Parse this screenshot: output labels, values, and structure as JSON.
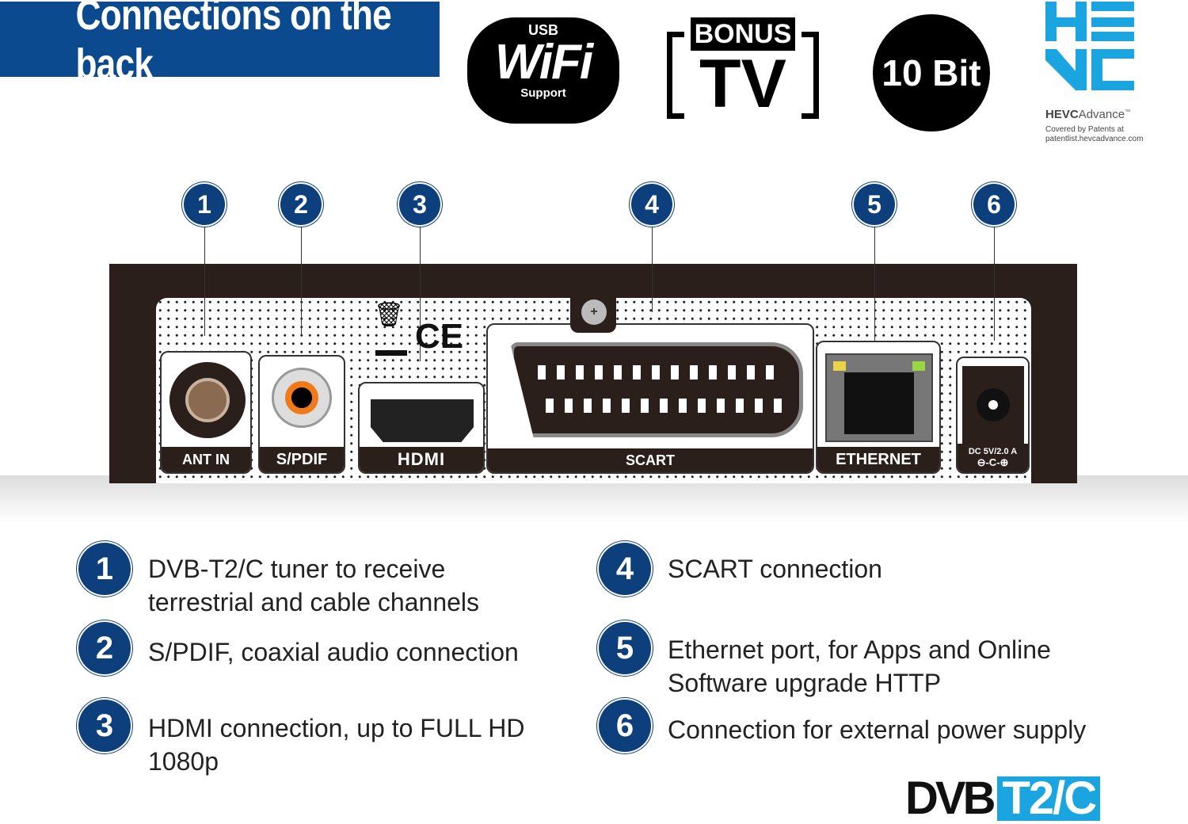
{
  "header": {
    "title": "Connections on the back"
  },
  "badges": {
    "wifi_top": "USB",
    "wifi_main": "WiFi",
    "wifi_bottom": "Support",
    "bonus_top": "BONUS",
    "bonus_main": "TV",
    "bit": "10 Bit",
    "hevc_brand": "HEVC",
    "hevc_advance": "Advance",
    "hevc_tm": "™",
    "hevc_note1": "Covered by Patents at",
    "hevc_note2": "patentlist.hevcadvance.com"
  },
  "ports": [
    {
      "num": "1",
      "label": "ANT IN"
    },
    {
      "num": "2",
      "label": "S/PDIF"
    },
    {
      "num": "3",
      "label": "HDMI"
    },
    {
      "num": "4",
      "label": "SCART"
    },
    {
      "num": "5",
      "label": "ETHERNET"
    },
    {
      "num": "6",
      "label": "DC 5V/2.0 A",
      "polarity": "⊖-C-⊕"
    }
  ],
  "legend": [
    {
      "num": "1",
      "text": "DVB-T2/C tuner to receive terrestrial and cable channels"
    },
    {
      "num": "2",
      "text": "S/PDIF, coaxial audio connection"
    },
    {
      "num": "3",
      "text": "HDMI connection, up to FULL HD 1080p"
    },
    {
      "num": "4",
      "text": "SCART connection"
    },
    {
      "num": "5",
      "text": "Ethernet port, for Apps and Online Software upgrade HTTP"
    },
    {
      "num": "6",
      "text": "Connection for external power supply"
    }
  ],
  "footer_logo": {
    "left": "DVB",
    "right": "T2/C"
  },
  "colors": {
    "brand_blue": "#0b4a8e",
    "hevc_blue": "#1aa5e0"
  }
}
